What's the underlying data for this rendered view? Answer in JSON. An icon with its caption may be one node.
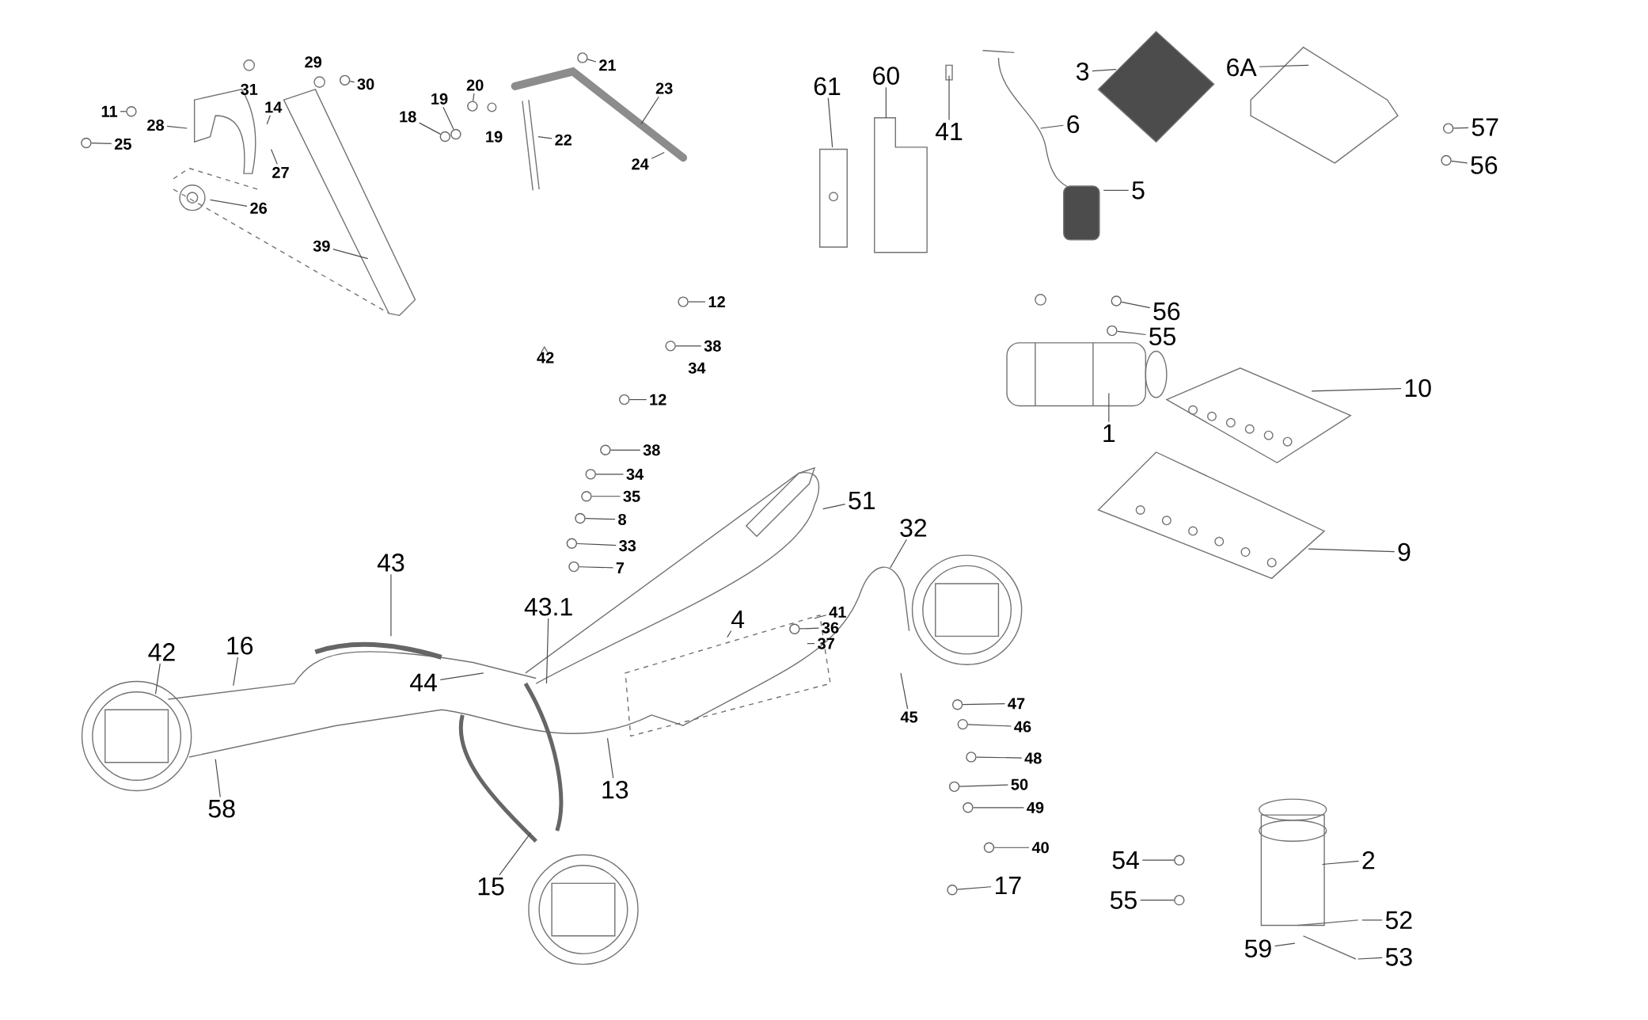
{
  "diagram": {
    "nodes": [
      {
        "text": [
          "11"
        ]
      },
      {
        "text": [
          "25"
        ]
      },
      {
        "text": [
          "28"
        ]
      },
      {
        "text": [
          "30"
        ]
      },
      {
        "text": [
          "14"
        ]
      },
      {
        "text": [
          "27"
        ]
      },
      {
        "text": [
          "26"
        ]
      },
      {
        "text": [
          "39"
        ]
      },
      {
        "text": [
          "18"
        ]
      },
      {
        "text": [
          "19"
        ]
      },
      {
        "text": [
          "20"
        ]
      },
      {
        "text": [
          "21"
        ]
      },
      {
        "text": [
          "22"
        ]
      },
      {
        "text": [
          "23"
        ]
      },
      {
        "text": [
          "24"
        ]
      },
      {
        "text": [
          "61"
        ]
      },
      {
        "text": [
          "60"
        ]
      },
      {
        "text": [
          "41"
        ]
      },
      {
        "text": [
          "3"
        ]
      },
      {
        "text": [
          "6A"
        ]
      },
      {
        "text": [
          "6"
        ]
      },
      {
        "text": [
          "5"
        ]
      },
      {
        "text": [
          "57"
        ]
      },
      {
        "text": [
          "56"
        ]
      },
      {
        "text": [
          "12"
        ]
      },
      {
        "text": [
          "38"
        ]
      },
      {
        "text": [
          "12"
        ]
      },
      {
        "text": [
          "56"
        ]
      },
      {
        "text": [
          "55"
        ]
      },
      {
        "text": [
          "10"
        ]
      },
      {
        "text": [
          "1"
        ]
      },
      {
        "text": [
          "38"
        ]
      },
      {
        "text": [
          "34"
        ]
      },
      {
        "text": [
          "35"
        ]
      },
      {
        "text": [
          "8"
        ]
      },
      {
        "text": [
          "33"
        ]
      },
      {
        "text": [
          "7"
        ]
      },
      {
        "text": [
          "51"
        ]
      },
      {
        "text": [
          "32"
        ]
      },
      {
        "text": [
          "9"
        ]
      },
      {
        "text": [
          "43"
        ]
      },
      {
        "text": [
          "43.1"
        ]
      },
      {
        "text": [
          "42"
        ]
      },
      {
        "text": [
          "16"
        ]
      },
      {
        "text": [
          "4"
        ]
      },
      {
        "text": [
          "41"
        ]
      },
      {
        "text": [
          "36"
        ]
      },
      {
        "text": [
          "37"
        ]
      },
      {
        "text": [
          "44"
        ]
      },
      {
        "text": [
          "45"
        ]
      },
      {
        "text": [
          "47"
        ]
      },
      {
        "text": [
          "46"
        ]
      },
      {
        "text": [
          "48"
        ]
      },
      {
        "text": [
          "13"
        ]
      },
      {
        "text": [
          "58"
        ]
      },
      {
        "text": [
          "50"
        ]
      },
      {
        "text": [
          "49"
        ]
      },
      {
        "text": [
          "40"
        ]
      },
      {
        "text": [
          "54"
        ]
      },
      {
        "text": [
          "2"
        ]
      },
      {
        "text": [
          "17"
        ]
      },
      {
        "text": [
          "15"
        ]
      },
      {
        "text": [
          "55"
        ]
      },
      {
        "text": [
          "52"
        ]
      },
      {
        "text": [
          "59"
        ]
      },
      {
        "text": [
          "53"
        ]
      },
      {
        "text": [],
        "shape": "circle"
      },
      {
        "text": [],
        "shape": "circle"
      },
      {
        "text": [],
        "shape": "circle"
      },
      {
        "text": [],
        "shape": "circle"
      },
      {
        "text": [],
        "shape": "circle"
      },
      {
        "text": [],
        "shape": "circle"
      },
      {
        "text": [],
        "shape": "circle"
      },
      {
        "text": [],
        "shape": "circle"
      },
      {
        "text": [],
        "shape": "circle"
      },
      {
        "text": [],
        "shape": "circle"
      },
      {
        "text": [],
        "shape": "circle"
      },
      {
        "text": [],
        "shape": "circle"
      },
      {
        "text": [],
        "shape": "circle"
      },
      {
        "text": [],
        "shape": "circle"
      },
      {
        "text": [],
        "shape": "circle"
      },
      {
        "text": [],
        "shape": "circle"
      },
      {
        "text": [],
        "shape": "circle"
      },
      {
        "text": [],
        "shape": "circle"
      },
      {
        "text": [],
        "shape": "circle"
      },
      {
        "text": [],
        "shape": "circle"
      },
      {
        "text": [],
        "shape": "circle"
      },
      {
        "text": [],
        "shape": "circle"
      },
      {
        "text": [],
        "shape": "circle"
      },
      {
        "text": [],
        "shape": "circle"
      },
      {
        "text": [],
        "shape": "circle"
      },
      {
        "text": [],
        "shape": "circle"
      },
      {
        "text": [],
        "shape": "circle"
      },
      {
        "text": [],
        "shape": "circle"
      },
      {
        "text": [],
        "shape": "circle"
      },
      {
        "text": [],
        "shape": "circle"
      }
    ],
    "edges": [
      {
        "from": 0,
        "to": 66,
        "arrow": "none"
      },
      {
        "from": 1,
        "to": 67,
        "arrow": "none"
      },
      {
        "from": 2,
        "to": null,
        "arrow": "none"
      },
      {
        "from": 3,
        "to": 68,
        "arrow": "none"
      },
      {
        "from": 4,
        "to": null,
        "arrow": "none"
      },
      {
        "from": 5,
        "to": null,
        "arrow": "none"
      },
      {
        "from": 6,
        "to": null,
        "arrow": "none"
      },
      {
        "from": 7,
        "to": null,
        "arrow": "none"
      },
      {
        "from": 8,
        "to": 69,
        "arrow": "none"
      },
      {
        "from": 9,
        "to": 70,
        "arrow": "none"
      },
      {
        "from": 10,
        "to": 71,
        "arrow": "none"
      },
      {
        "from": 11,
        "to": 72,
        "arrow": "none"
      },
      {
        "from": 12,
        "to": null,
        "arrow": "none"
      },
      {
        "from": 13,
        "to": null,
        "arrow": "none"
      },
      {
        "from": 14,
        "to": null,
        "arrow": "none"
      },
      {
        "from": 15,
        "to": null,
        "arrow": "none"
      },
      {
        "from": 16,
        "to": null,
        "arrow": "none"
      },
      {
        "from": 17,
        "to": null,
        "arrow": "none"
      },
      {
        "from": 18,
        "to": null,
        "arrow": "none"
      },
      {
        "from": 19,
        "to": null,
        "arrow": "none"
      },
      {
        "from": 20,
        "to": null,
        "arrow": "none"
      },
      {
        "from": 21,
        "to": null,
        "arrow": "none"
      },
      {
        "from": 22,
        "to": 73,
        "arrow": "none"
      },
      {
        "from": 23,
        "to": 74,
        "arrow": "none"
      },
      {
        "from": 24,
        "to": 75,
        "arrow": "none"
      },
      {
        "from": 25,
        "to": 76,
        "arrow": "none"
      },
      {
        "from": 26,
        "to": 77,
        "arrow": "none"
      },
      {
        "from": 27,
        "to": 78,
        "arrow": "none"
      },
      {
        "from": 28,
        "to": 79,
        "arrow": "none"
      },
      {
        "from": 29,
        "to": null,
        "arrow": "none"
      },
      {
        "from": 30,
        "to": null,
        "arrow": "none"
      },
      {
        "from": 31,
        "to": 80,
        "arrow": "none"
      },
      {
        "from": 32,
        "to": 81,
        "arrow": "none"
      },
      {
        "from": 33,
        "to": 82,
        "arrow": "none"
      },
      {
        "from": 34,
        "to": 83,
        "arrow": "none"
      },
      {
        "from": 35,
        "to": 84,
        "arrow": "none"
      },
      {
        "from": 36,
        "to": 85,
        "arrow": "none"
      },
      {
        "from": 37,
        "to": null,
        "arrow": "none"
      },
      {
        "from": 38,
        "to": null,
        "arrow": "none"
      },
      {
        "from": 39,
        "to": null,
        "arrow": "none"
      },
      {
        "from": 40,
        "to": null,
        "arrow": "none"
      },
      {
        "from": 41,
        "to": null,
        "arrow": "none"
      },
      {
        "from": 42,
        "to": null,
        "arrow": "none"
      },
      {
        "from": 43,
        "to": null,
        "arrow": "none"
      },
      {
        "from": 44,
        "to": null,
        "arrow": "none"
      },
      {
        "from": 45,
        "to": null,
        "arrow": "none"
      },
      {
        "from": 46,
        "to": 95,
        "arrow": "none"
      },
      {
        "from": 47,
        "to": null,
        "arrow": "none"
      },
      {
        "from": 48,
        "to": null,
        "arrow": "none"
      },
      {
        "from": 49,
        "to": null,
        "arrow": "none"
      },
      {
        "from": 50,
        "to": 86,
        "arrow": "none"
      },
      {
        "from": 51,
        "to": 87,
        "arrow": "none"
      },
      {
        "from": 52,
        "to": 88,
        "arrow": "none"
      },
      {
        "from": 53,
        "to": null,
        "arrow": "none"
      },
      {
        "from": 54,
        "to": null,
        "arrow": "none"
      },
      {
        "from": 55,
        "to": 89,
        "arrow": "none"
      },
      {
        "from": 56,
        "to": 90,
        "arrow": "none"
      },
      {
        "from": 57,
        "to": 91,
        "arrow": "none"
      },
      {
        "from": 58,
        "to": 92,
        "arrow": "none"
      },
      {
        "from": 59,
        "to": null,
        "arrow": "none"
      },
      {
        "from": 60,
        "to": 93,
        "arrow": "none"
      },
      {
        "from": 61,
        "to": null,
        "arrow": "none"
      },
      {
        "from": 62,
        "to": 94,
        "arrow": "none"
      },
      {
        "from": 63,
        "to": null,
        "arrow": "none"
      },
      {
        "from": 64,
        "to": null,
        "arrow": "none"
      },
      {
        "from": 65,
        "to": null,
        "arrow": "none"
      }
    ],
    "labels": [
      "29",
      "31",
      "19",
      "42",
      "34"
    ]
  }
}
